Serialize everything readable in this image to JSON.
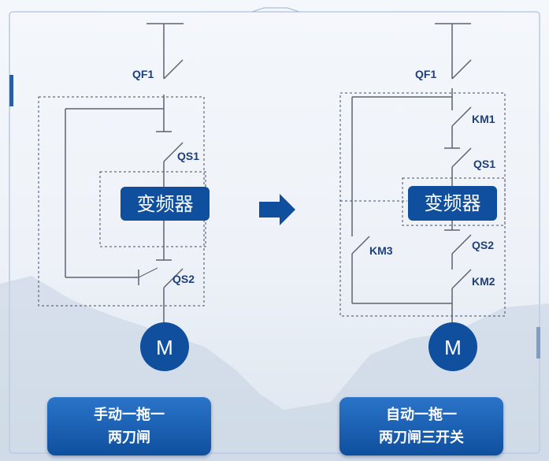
{
  "left": {
    "breaker": "QF1",
    "switch1": "QS1",
    "switch2": "QS2",
    "inverter": "变频器",
    "motor": "M",
    "caption_line1": "手动一拖一",
    "caption_line2": "两刀闸"
  },
  "right": {
    "breaker": "QF1",
    "contactor1": "KM1",
    "switch1": "QS1",
    "switch2": "QS2",
    "contactor2": "KM2",
    "contactor3": "KM3",
    "inverter": "变频器",
    "motor": "M",
    "caption_line1": "自动一拖一",
    "caption_line2": "两刀闸三开关"
  },
  "colors": {
    "line": "#5d6470",
    "accent": "#0f4f9e",
    "label": "#1e3f7a",
    "dashed": "#3d4d63"
  }
}
